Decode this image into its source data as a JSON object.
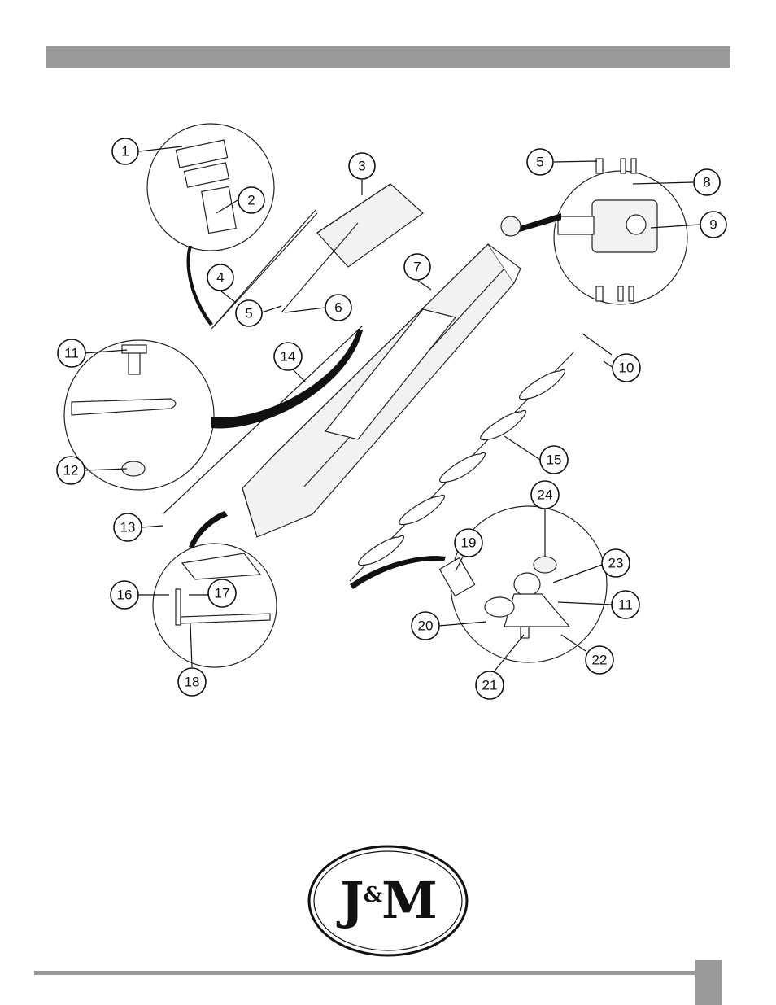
{
  "header": {
    "bar_color": "#9a9a9a"
  },
  "diagram": {
    "callouts": [
      "1",
      "2",
      "3",
      "4",
      "5",
      "6",
      "5",
      "8",
      "9",
      "7",
      "10",
      "11",
      "14",
      "15",
      "12",
      "13",
      "16",
      "17",
      "18",
      "19",
      "24",
      "23",
      "11",
      "20",
      "22",
      "21"
    ]
  },
  "logo": {
    "j": "J",
    "amp": "&",
    "m": "M",
    "icon": "oval-emblem-icon"
  },
  "footer": {
    "bar_color": "#9a9a9a",
    "tab_color": "#9a9a9a"
  }
}
